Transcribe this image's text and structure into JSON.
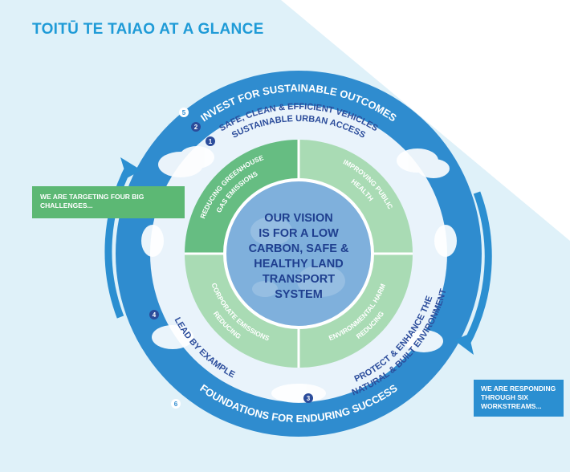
{
  "title": "TOITŪ TE TAIAO AT A GLANCE",
  "vision": {
    "lines": [
      "OUR VISION",
      "IS FOR A LOW",
      "CARBON, SAFE &",
      "HEALTHY LAND",
      "TRANSPORT",
      "SYSTEM"
    ]
  },
  "challenges": {
    "top_left": [
      "REDUCING GREENHOUSE",
      "GAS EMISSIONS"
    ],
    "top_right": [
      "IMPROVING PUBLIC",
      "HEALTH"
    ],
    "bottom_left": [
      "REDUCING",
      "CORPORATE EMISSIONS"
    ],
    "bottom_right": [
      "REDUCING",
      "ENVIRONMENTAL HARM"
    ]
  },
  "workstreams": {
    "ring_top": "INVEST FOR SUSTAINABLE OUTCOMES",
    "ring_bottom": "FOUNDATIONS FOR ENDURING SUCCESS",
    "vehicles": "SAFE, CLEAN & EFFICIENT VEHICLES",
    "urban": "SUSTAINABLE URBAN ACCESS",
    "protect": [
      "PROTECT & ENHANCE THE",
      "NATURAL & BUILT ENVIRONMENT"
    ],
    "lead": "LEAD BY EXAMPLE",
    "numbers": {
      "invest": "5",
      "vehicles": "2",
      "urban": "1",
      "protect": "3",
      "lead": "4",
      "foundations": "6"
    }
  },
  "callouts": {
    "left": "WE ARE TARGETING FOUR BIG CHALLENGES...",
    "right": "WE ARE RESPONDING THROUGH SIX WORKSTREAMS..."
  },
  "colors": {
    "title": "#1f9bd7",
    "background_band": "#dff1f9",
    "outer_ring": "#2f8ccf",
    "ring_text": "#ffffff",
    "inner_band": "#e9f3fb",
    "inner_text": "#2b4c9b",
    "green_dark": "#66bd82",
    "green_light": "#a9dbb4",
    "globe": "#7fb0dc",
    "vision_text": "#1f3f8f",
    "callout_green": "#5cb874",
    "callout_blue": "#2b8fd1"
  },
  "icons": {
    "cycle_arrows": "circular-arrows-icon",
    "number_badges": "numbered-circle-icon"
  }
}
